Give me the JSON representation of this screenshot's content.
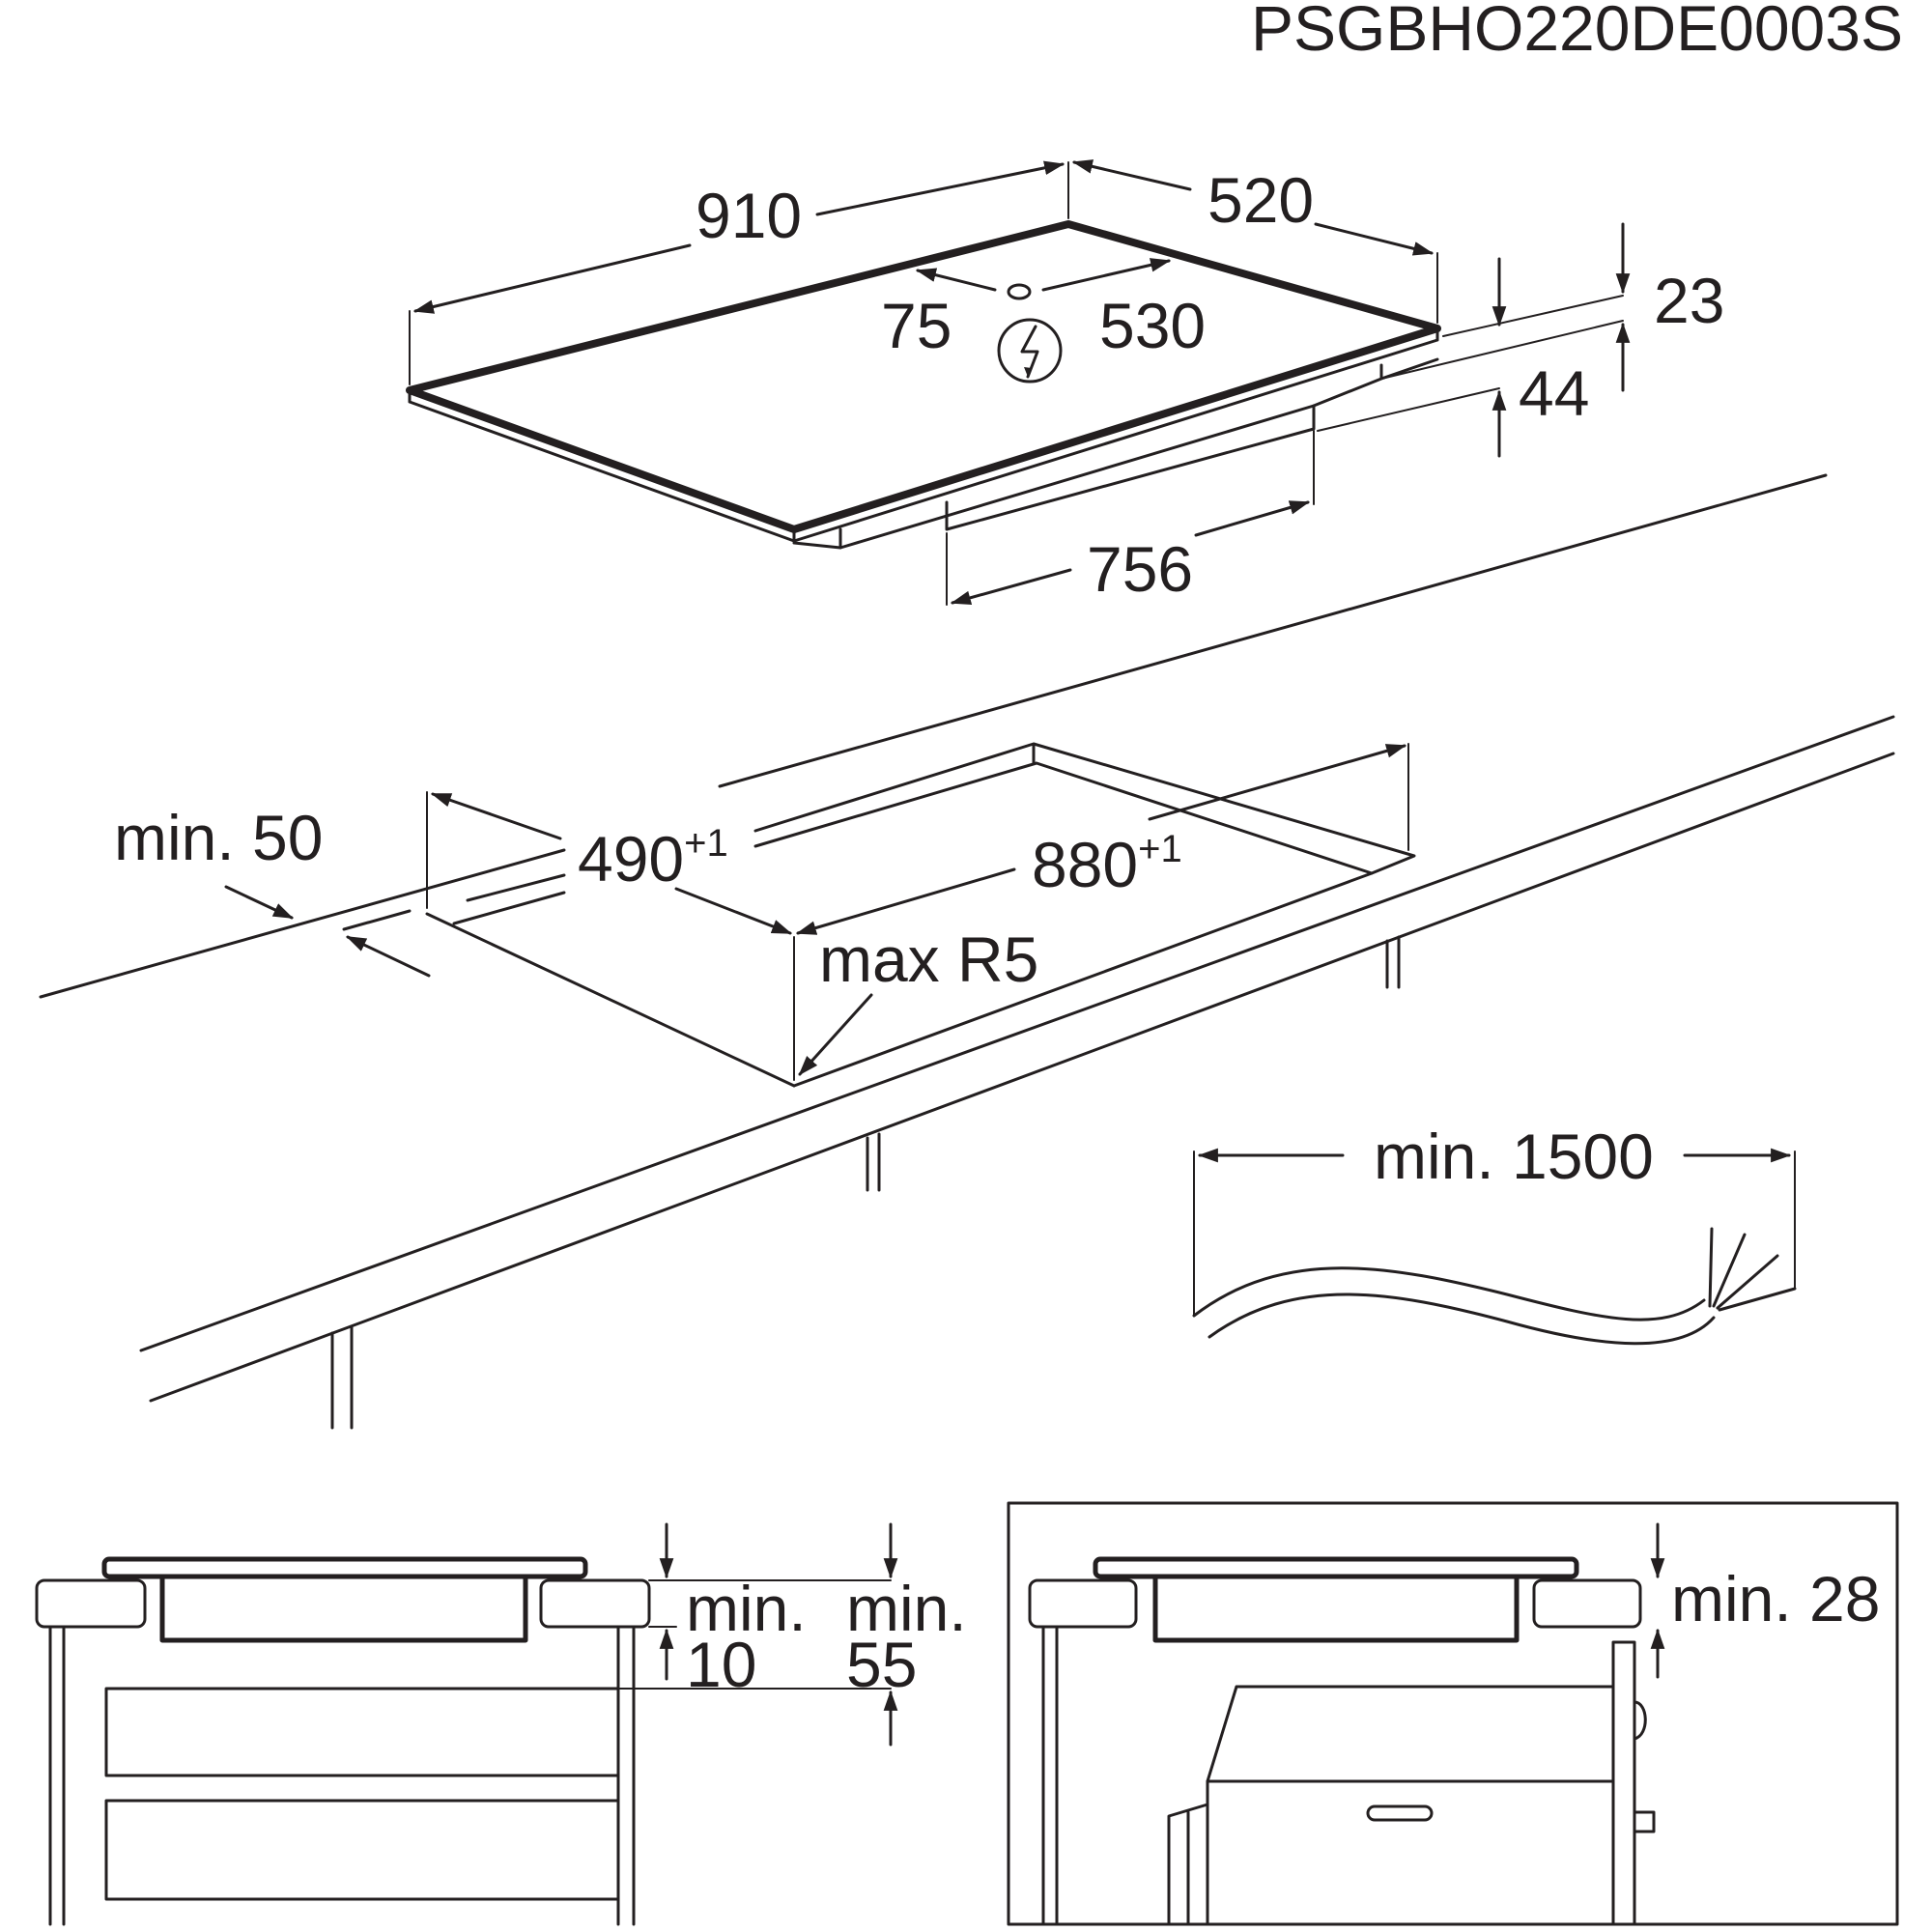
{
  "code": "PSGBHO220DE0003S",
  "hob": {
    "width": "910",
    "depth": "520",
    "conn_x": "75",
    "conn_y": "530",
    "height_top": "23",
    "height_total": "44",
    "base_width": "756"
  },
  "cutout": {
    "min_edge": "min. 50",
    "depth": "490",
    "depth_tol": "+1",
    "width": "880",
    "width_tol": "+1",
    "radius": "max R5"
  },
  "cable": {
    "length": "min. 1500"
  },
  "section_a": {
    "gap1_label": "min.",
    "gap1_value": "10",
    "gap2_label": "min.",
    "gap2_value": "55"
  },
  "section_b": {
    "gap_label": "min. 28"
  },
  "icons": {
    "electric": "lightning-bolt-in-circle"
  },
  "colors": {
    "line": "#231f20",
    "background": "#ffffff"
  }
}
